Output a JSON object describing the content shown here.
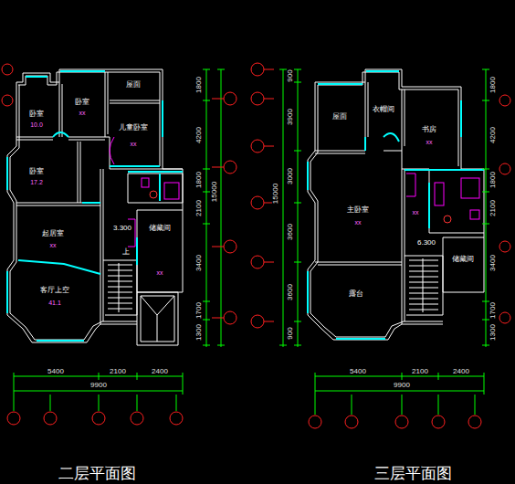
{
  "diagram": {
    "labels": [
      "卧室",
      "10.0",
      "卧室",
      "xx",
      "屋面",
      "儿童卧室",
      "xx",
      "卧室",
      "17.2",
      "起居室",
      "xx",
      "3.300",
      "上",
      "储藏间",
      "xx",
      "客厅上空",
      "41.1",
      "1800",
      "4200",
      "1800",
      "2100",
      "3400",
      "1700",
      "1300",
      "15000",
      "5400",
      "2100",
      "2400",
      "9900",
      "屋面",
      "衣帽间",
      "书房",
      "xx",
      "主卧室",
      "xx",
      "xx",
      "6.300",
      "储藏间",
      "露台",
      "900",
      "3900",
      "3000",
      "3600",
      "3600",
      "900",
      "15000",
      "1800",
      "4200",
      "1800",
      "2100",
      "3400",
      "1700",
      "1300",
      "5400",
      "2100",
      "2400",
      "9900",
      "二层平面图",
      "三层平面图"
    ]
  }
}
